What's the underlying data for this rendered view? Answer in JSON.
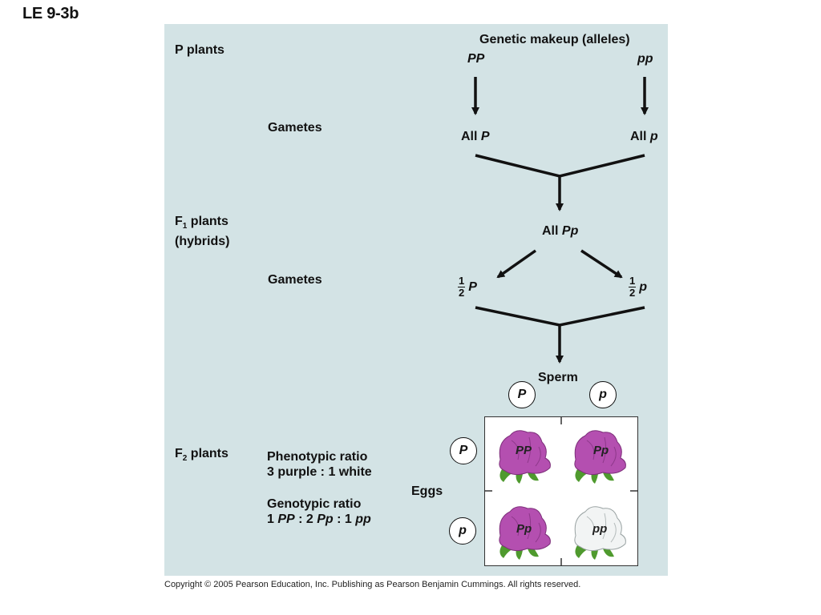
{
  "slide_title": "LE 9-3b",
  "header": {
    "genetic_makeup": "Genetic makeup (alleles)"
  },
  "p_generation": {
    "label": "P plants",
    "left_genotype": "PP",
    "right_genotype": "pp"
  },
  "gametes_1": {
    "label": "Gametes",
    "left_prefix": "All",
    "left_allele": "P",
    "right_prefix": "All",
    "right_allele": "p"
  },
  "f1_generation": {
    "label_main": "F",
    "label_sub": "1",
    "label_rest": " plants",
    "label_line2": "(hybrids)",
    "prefix": "All",
    "genotype": "Pp"
  },
  "gametes_2": {
    "label": "Gametes",
    "fraction_num": "1",
    "fraction_den": "2",
    "left_allele": "P",
    "right_allele": "p"
  },
  "sperm": {
    "label": "Sperm",
    "alleles": [
      "P",
      "p"
    ]
  },
  "eggs": {
    "label": "Eggs",
    "alleles": [
      "P",
      "p"
    ]
  },
  "f2_generation": {
    "label_main": "F",
    "label_sub": "2",
    "label_rest": " plants"
  },
  "phenotypic": {
    "title": "Phenotypic ratio",
    "ratio": "3 purple : 1 white"
  },
  "genotypic": {
    "title": "Genotypic ratio",
    "n1": "1 ",
    "g1": "PP",
    "sep1": " : 2 ",
    "g2": "Pp",
    "sep2": " : 1 ",
    "g3": "pp"
  },
  "punnett": {
    "cells": [
      {
        "genotype": "PP",
        "color": "purple"
      },
      {
        "genotype": "Pp",
        "color": "purple"
      },
      {
        "genotype": "Pp",
        "color": "purple"
      },
      {
        "genotype": "pp",
        "color": "white"
      }
    ]
  },
  "colors": {
    "panel": "#d3e3e5",
    "purple_flower": "#b44fb0",
    "white_flower": "#f2f4f4",
    "leaf": "#4f9a2e"
  },
  "copyright": "Copyright ©  2005 Pearson Education, Inc. Publishing as Pearson Benjamin Cummings. All rights reserved."
}
